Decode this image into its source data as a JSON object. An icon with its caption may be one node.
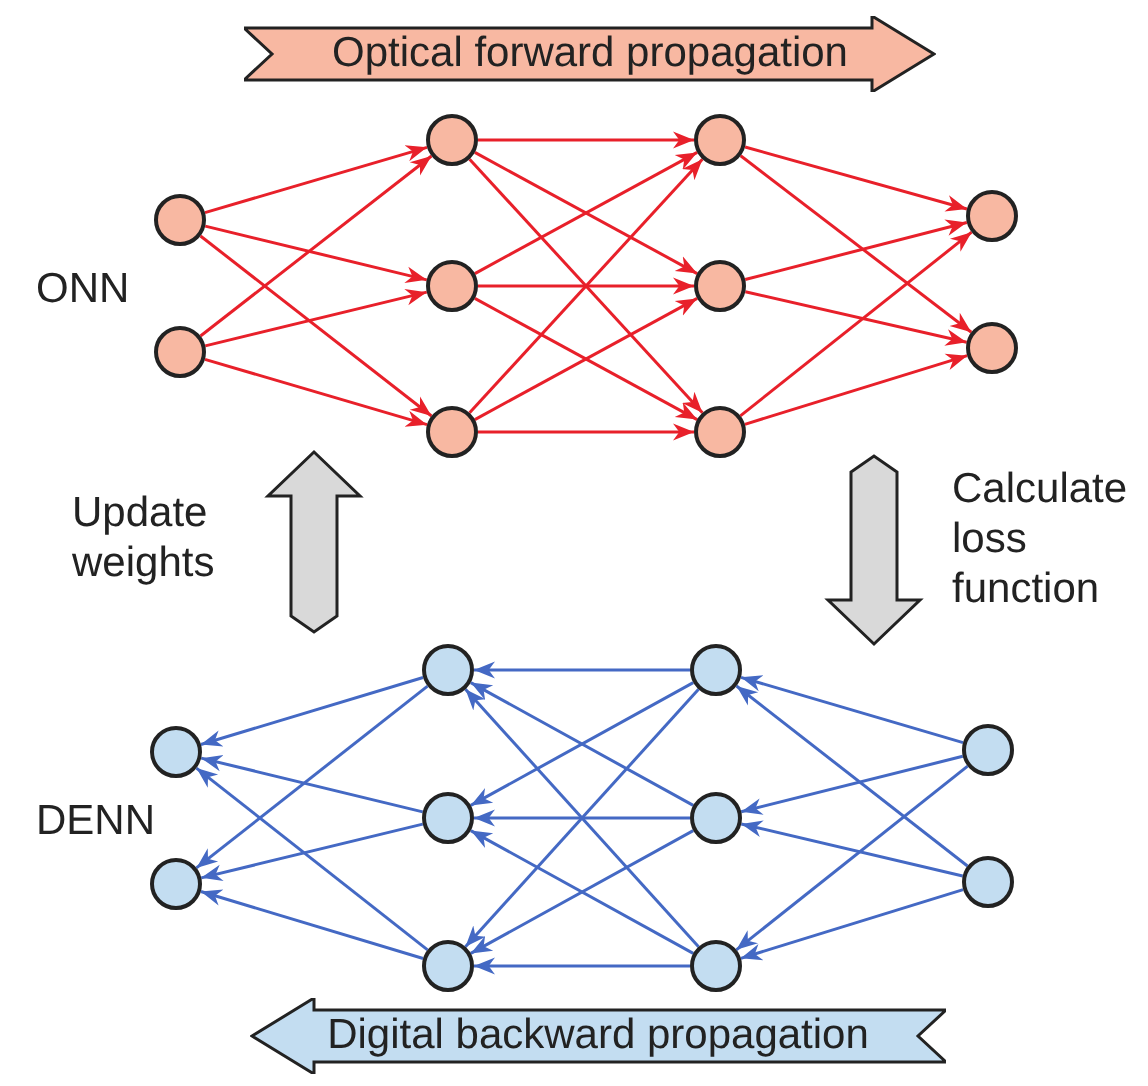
{
  "diagram": {
    "nodes": [
      {
        "text": [
          "Optical forward propagation"
        ]
      },
      {
        "text": [],
        "shape": "circle"
      },
      {
        "text": [],
        "shape": "circle"
      },
      {
        "text": [],
        "shape": "circle"
      },
      {
        "text": [],
        "shape": "circle"
      },
      {
        "text": [],
        "shape": "circle"
      },
      {
        "text": [],
        "shape": "circle"
      },
      {
        "text": [],
        "shape": "circle"
      },
      {
        "text": [],
        "shape": "circle"
      },
      {
        "text": [],
        "shape": "circle"
      },
      {
        "text": [],
        "shape": "circle"
      },
      {
        "text": [],
        "shape": "circle"
      },
      {
        "text": [],
        "shape": "circle"
      },
      {
        "text": [],
        "shape": "circle"
      },
      {
        "text": [],
        "shape": "circle"
      },
      {
        "text": [],
        "shape": "circle"
      },
      {
        "text": [],
        "shape": "circle"
      },
      {
        "text": [],
        "shape": "circle"
      },
      {
        "text": [],
        "shape": "circle"
      },
      {
        "text": [],
        "shape": "circle"
      },
      {
        "text": [],
        "shape": "circle"
      },
      {
        "text": [
          "Digital backward propagation"
        ]
      }
    ],
    "edges": [
      {
        "from": 1,
        "to": 3,
        "arrow": "to",
        "color": "#e8202a"
      },
      {
        "from": 1,
        "to": 4,
        "arrow": "to",
        "color": "#e8202a"
      },
      {
        "from": 1,
        "to": 5,
        "arrow": "to",
        "color": "#e8202a"
      },
      {
        "from": 2,
        "to": 3,
        "arrow": "to",
        "color": "#e8202a"
      },
      {
        "from": 2,
        "to": 4,
        "arrow": "to",
        "color": "#e8202a"
      },
      {
        "from": 2,
        "to": 5,
        "arrow": "to",
        "color": "#e8202a"
      },
      {
        "from": 3,
        "to": 6,
        "arrow": "to",
        "color": "#e8202a"
      },
      {
        "from": 3,
        "to": 7,
        "arrow": "to",
        "color": "#e8202a"
      },
      {
        "from": 3,
        "to": 8,
        "arrow": "to",
        "color": "#e8202a"
      },
      {
        "from": 4,
        "to": 6,
        "arrow": "to",
        "color": "#e8202a"
      },
      {
        "from": 4,
        "to": 7,
        "arrow": "to",
        "color": "#e8202a"
      },
      {
        "from": 4,
        "to": 8,
        "arrow": "to",
        "color": "#e8202a"
      },
      {
        "from": 5,
        "to": 6,
        "arrow": "to",
        "color": "#e8202a"
      },
      {
        "from": 5,
        "to": 7,
        "arrow": "to",
        "color": "#e8202a"
      },
      {
        "from": 5,
        "to": 8,
        "arrow": "to",
        "color": "#e8202a"
      },
      {
        "from": 6,
        "to": 9,
        "arrow": "to",
        "color": "#e8202a"
      },
      {
        "from": 6,
        "to": 10,
        "arrow": "to",
        "color": "#e8202a"
      },
      {
        "from": 7,
        "to": 9,
        "arrow": "to",
        "color": "#e8202a"
      },
      {
        "from": 7,
        "to": 10,
        "arrow": "to",
        "color": "#e8202a"
      },
      {
        "from": 8,
        "to": 9,
        "arrow": "to",
        "color": "#e8202a"
      },
      {
        "from": 8,
        "to": 10,
        "arrow": "to",
        "color": "#e8202a"
      },
      {
        "from": 13,
        "to": 11,
        "arrow": "to",
        "color": "#4469c4"
      },
      {
        "from": 13,
        "to": 12,
        "arrow": "to",
        "color": "#4469c4"
      },
      {
        "from": 14,
        "to": 11,
        "arrow": "to",
        "color": "#4469c4"
      },
      {
        "from": 14,
        "to": 12,
        "arrow": "to",
        "color": "#4469c4"
      },
      {
        "from": 15,
        "to": 11,
        "arrow": "to",
        "color": "#4469c4"
      },
      {
        "from": 15,
        "to": 12,
        "arrow": "to",
        "color": "#4469c4"
      },
      {
        "from": 16,
        "to": 13,
        "arrow": "to",
        "color": "#4469c4"
      },
      {
        "from": 16,
        "to": 14,
        "arrow": "to",
        "color": "#4469c4"
      },
      {
        "from": 16,
        "to": 15,
        "arrow": "to",
        "color": "#4469c4"
      },
      {
        "from": 17,
        "to": 13,
        "arrow": "to",
        "color": "#4469c4"
      },
      {
        "from": 17,
        "to": 14,
        "arrow": "to",
        "color": "#4469c4"
      },
      {
        "from": 17,
        "to": 15,
        "arrow": "to",
        "color": "#4469c4"
      },
      {
        "from": 18,
        "to": 13,
        "arrow": "to",
        "color": "#4469c4"
      },
      {
        "from": 18,
        "to": 14,
        "arrow": "to",
        "color": "#4469c4"
      },
      {
        "from": 18,
        "to": 15,
        "arrow": "to",
        "color": "#4469c4"
      },
      {
        "from": 19,
        "to": 16,
        "arrow": "to",
        "color": "#4469c4"
      },
      {
        "from": 19,
        "to": 17,
        "arrow": "to",
        "color": "#4469c4"
      },
      {
        "from": 19,
        "to": 18,
        "arrow": "to",
        "color": "#4469c4"
      },
      {
        "from": 20,
        "to": 16,
        "arrow": "to",
        "color": "#4469c4"
      },
      {
        "from": 20,
        "to": 17,
        "arrow": "to",
        "color": "#4469c4"
      },
      {
        "from": 20,
        "to": 18,
        "arrow": "to",
        "color": "#4469c4"
      }
    ],
    "labels": [
      "ONN",
      "Update weights",
      "Calculate loss function",
      "DENN"
    ]
  }
}
